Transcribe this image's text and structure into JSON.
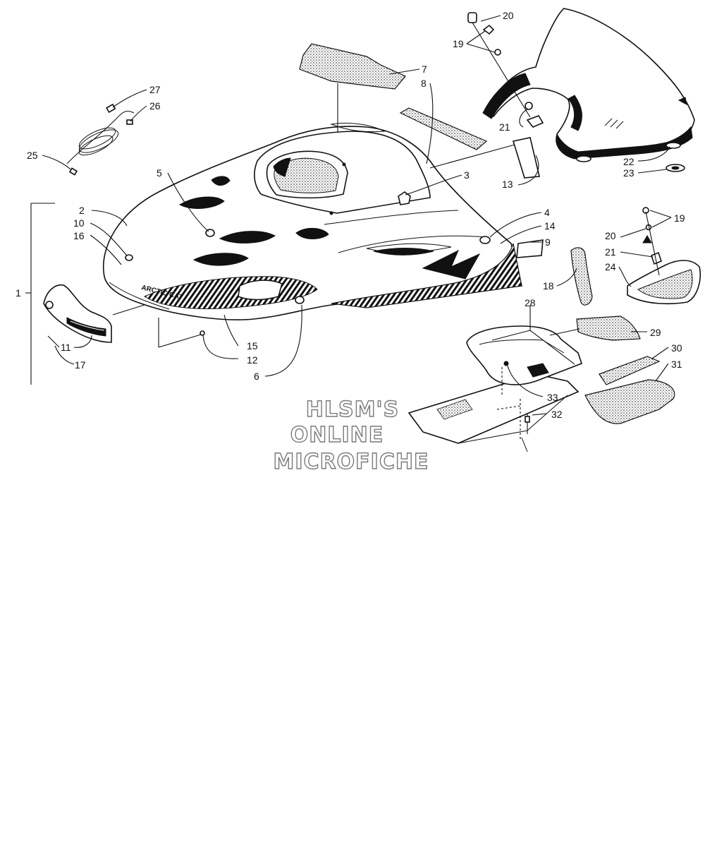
{
  "logo_text": "ARCTIC CAT",
  "watermark": [
    "HLSM'S",
    "ONLINE",
    "MICROFICHE"
  ],
  "callouts": [
    "1",
    "2",
    "3",
    "4",
    "5",
    "6",
    "7",
    "8",
    "9",
    "10",
    "11",
    "12",
    "13",
    "14",
    "15",
    "16",
    "17",
    "18",
    "19",
    "20",
    "21",
    "22",
    "23",
    "24",
    "25",
    "26",
    "27",
    "28",
    "29",
    "30",
    "31",
    "32",
    "33"
  ]
}
